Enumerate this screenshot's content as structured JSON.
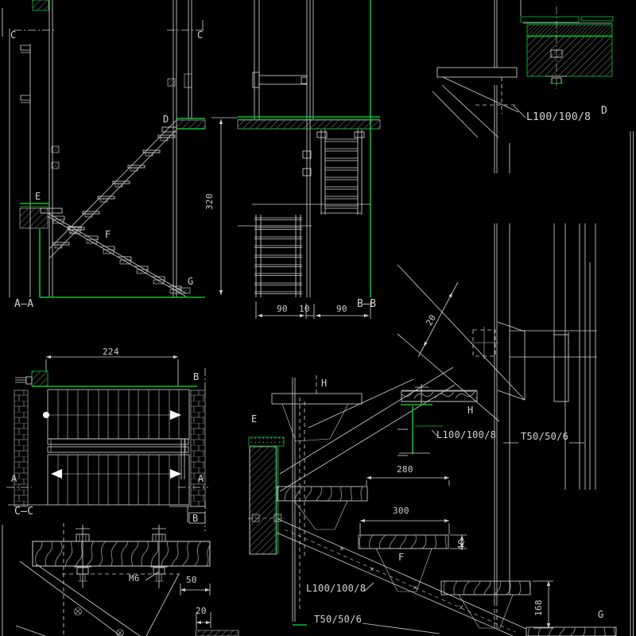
{
  "colors": {
    "background": "#000000",
    "line": "#cfcfcf",
    "accent_green": "#00c42e",
    "text": "#d4d4d4"
  },
  "sections": {
    "aa": "A–A",
    "bb": "B–B",
    "cc": "C–C"
  },
  "marks": {
    "c_left": "C",
    "c_right": "C",
    "d_small": "D",
    "d_detail": "D",
    "e_aa": "E",
    "e_detail": "E",
    "f_aa": "F",
    "f_detail": "F",
    "g_aa": "G",
    "g_detail": "G",
    "h_mid": "H",
    "h_plank": "H",
    "a_left": "A",
    "a_right": "A",
    "b_top": "B",
    "b_bottom": "B"
  },
  "dims": {
    "h320": "320",
    "w224": "224",
    "w90a": "90",
    "w10": "10",
    "w90b": "90",
    "w280": "280",
    "w300": "300",
    "t40": "40",
    "h168": "168",
    "w50": "50",
    "w20": "20",
    "t20": "20",
    "bolt": "M6"
  },
  "notes": {
    "l100_d": "L100/100/8",
    "l100_h": "L100/100/8",
    "l100_e": "L100/100/8",
    "t50_right": "T50/50/6",
    "t50_bottom": "T50/50/6"
  }
}
